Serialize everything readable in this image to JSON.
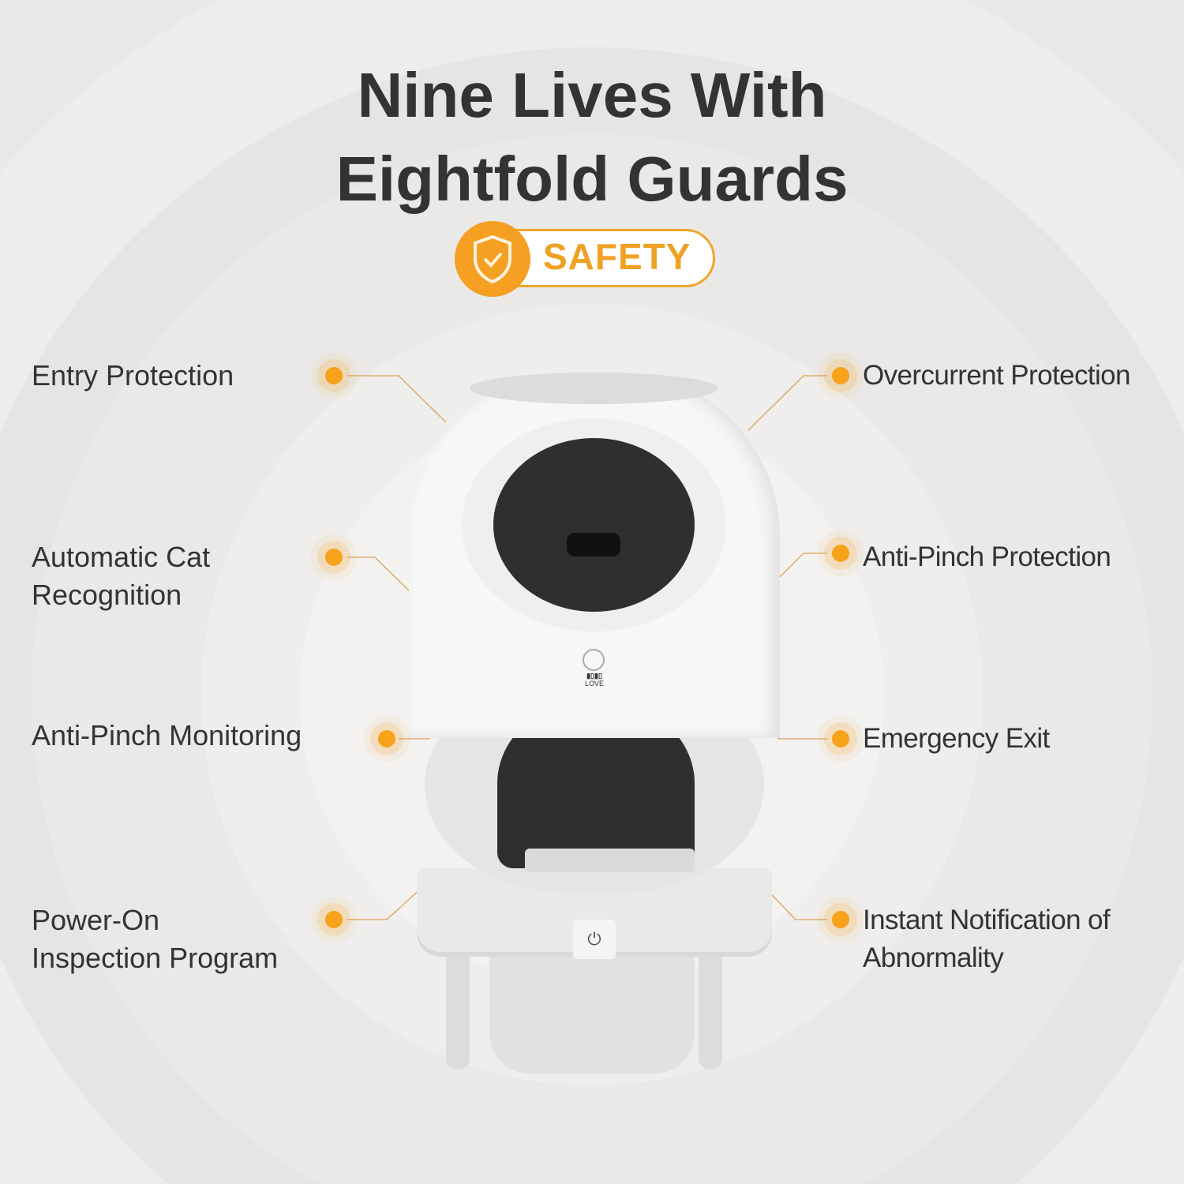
{
  "title": {
    "line1": "Nine Lives With",
    "line2": "Eightfold Guards"
  },
  "badge": {
    "label": "SAFETY",
    "color": "#f5a023"
  },
  "features_left": [
    {
      "line1": "Entry Protection",
      "line2": ""
    },
    {
      "line1": "Automatic Cat",
      "line2": "Recognition"
    },
    {
      "line1": "Anti-Pinch Monitoring",
      "line2": ""
    },
    {
      "line1": "Power-On",
      "line2": "Inspection Program"
    }
  ],
  "features_right": [
    {
      "line1": "Overcurrent Protection",
      "line2": ""
    },
    {
      "line1": "Anti-Pinch Protection",
      "line2": ""
    },
    {
      "line1": "Emergency Exit",
      "line2": ""
    },
    {
      "line1": "Instant Notification of",
      "line2": "Abnormality"
    }
  ],
  "product": {
    "logo_text": "LOVE"
  },
  "accent": "#f7a21b"
}
